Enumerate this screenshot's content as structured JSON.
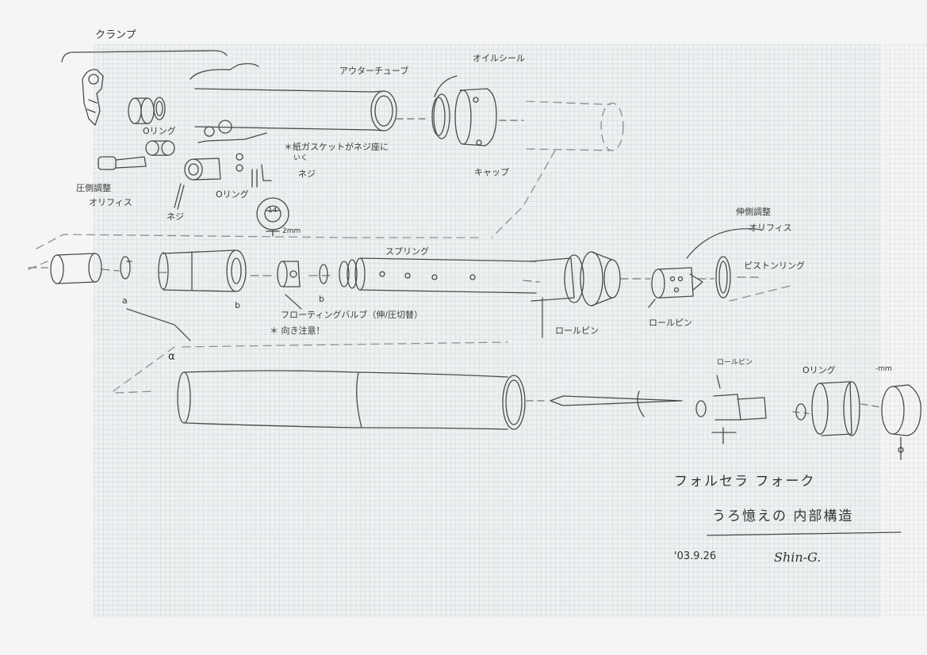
{
  "labels": {
    "clamp": "クランプ",
    "outer_tube": "アウターチューブ",
    "oil_seal": "オイルシール",
    "cap": "キャップ",
    "o_ring_1": "Oリング",
    "paper_gasket": "＊紙ガスケットがネジ座に",
    "paper_gasket_2": "いく",
    "screw_1": "ネジ",
    "comp_orifice_1": "圧側調整",
    "comp_orifice_2": "オリフィス",
    "screw_2": "ネジ",
    "o_ring_2": "Oリング",
    "dim_14": "14",
    "dim_2mm": "2mm",
    "rebound_orifice_1": "伸側調整",
    "rebound_orifice_2": "オリフィス",
    "spring": "スプリング",
    "piston_ring": "ピストンリング",
    "mark_a1": "a",
    "mark_b1": "b",
    "mark_b2": "b",
    "floating_valve": "フローティングバルブ（伸/圧切替）",
    "orientation_note": "＊ 向き注意！",
    "roll_pin_1": "ロールピン",
    "roll_pin_2": "ロールピン",
    "roll_pin_3": "ロールピン",
    "mark_alpha": "α",
    "o_ring_3": "Oリング",
    "dim_small": "-mm",
    "title_1": "フォルセラ フォーク",
    "title_2": "うろ憶えの 内部構造",
    "date": "'03.9.26",
    "signature": "Shin-G."
  },
  "colors": {
    "pencil": "#4a4a4a",
    "paper": "#f4f5f4",
    "grid_paper": "#eef1f1"
  }
}
